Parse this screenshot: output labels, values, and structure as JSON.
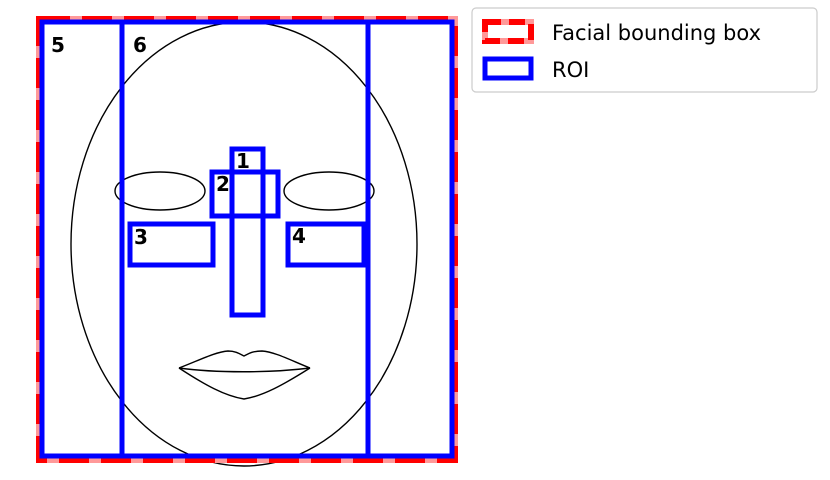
{
  "legend": {
    "facial_box_label": "Facial bounding box",
    "roi_label": "ROI"
  },
  "roi_labels": [
    "1",
    "2",
    "3",
    "4",
    "5",
    "6"
  ],
  "colors": {
    "facial_box": "#ff0000",
    "facial_box_under": "#ff9999",
    "roi": "#0000ff",
    "outline": "#000000",
    "background": "#ffffff"
  }
}
